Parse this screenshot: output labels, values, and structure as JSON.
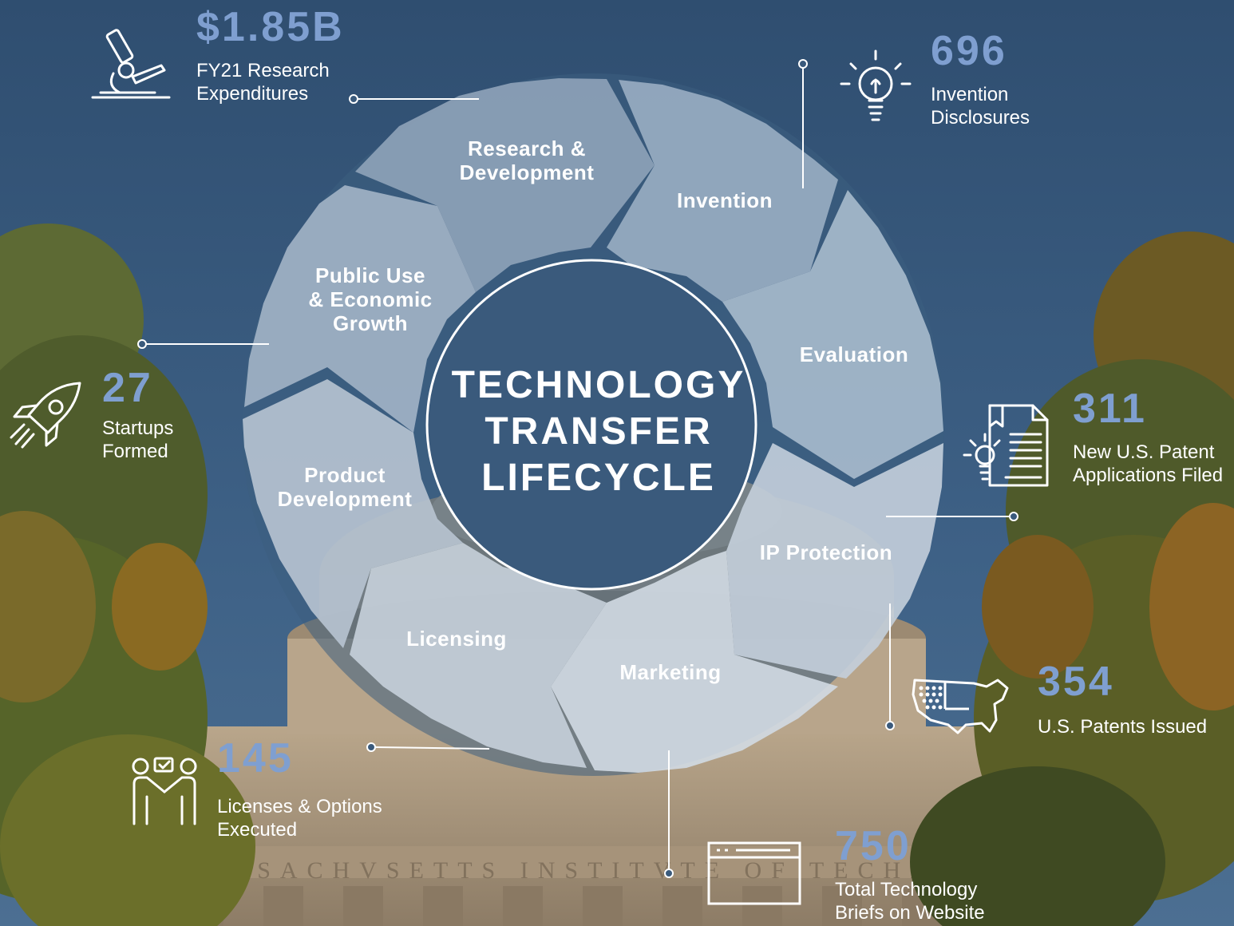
{
  "center_title": "TECHNOLOGY\nTRANSFER\nLIFECYCLE",
  "segments": [
    {
      "label": "Research &\nDevelopment"
    },
    {
      "label": "Invention"
    },
    {
      "label": "Evaluation"
    },
    {
      "label": "IP Protection"
    },
    {
      "label": "Marketing"
    },
    {
      "label": "Licensing"
    },
    {
      "label": "Product\nDevelopment"
    },
    {
      "label": "Public Use\n& Economic\nGrowth"
    }
  ],
  "stats": [
    {
      "value": "$1.85B",
      "label": "FY21 Research\nExpenditures",
      "icon": "microscope-icon"
    },
    {
      "value": "696",
      "label": "Invention\nDisclosures",
      "icon": "lightbulb-icon"
    },
    {
      "value": "311",
      "label": "New U.S. Patent\nApplications Filed",
      "icon": "patent-document-icon"
    },
    {
      "value": "354",
      "label": "U.S. Patents Issued",
      "icon": "us-map-icon"
    },
    {
      "value": "750",
      "label": "Total Technology\nBriefs on Website",
      "icon": "browser-window-icon"
    },
    {
      "value": "145",
      "label": "Licenses & Options\nExecuted",
      "icon": "handshake-icon"
    },
    {
      "value": "27",
      "label": "Startups\nFormed",
      "icon": "rocket-icon"
    }
  ],
  "background_inscription": "MASSACHVSETTS INSTITVTE OF TECHNOLOGY",
  "colors": {
    "sky": "#38597c",
    "accent": "#7f9fd0",
    "ring_dark": "#3d5f80",
    "segment_light": "#d7dee8"
  }
}
